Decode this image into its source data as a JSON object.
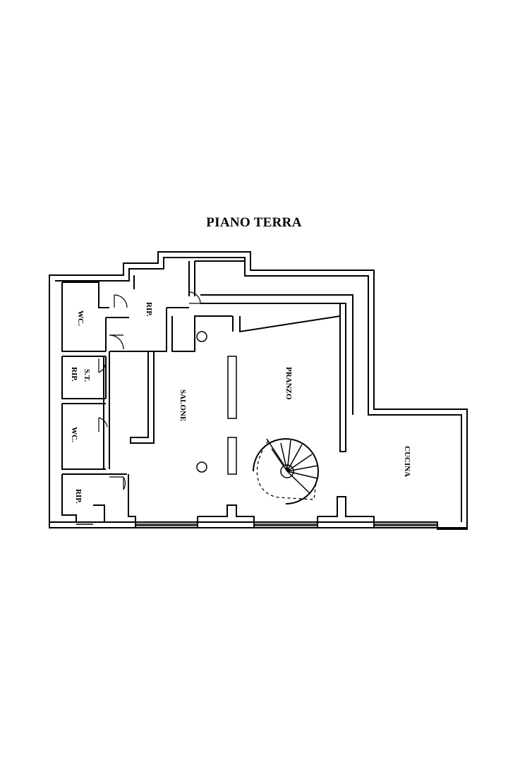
{
  "title": "PIANO TERRA",
  "rooms": {
    "wc_top": "WC.",
    "rip_top": "RIP.",
    "st": "S.T.",
    "rip_small": "RIP.",
    "wc_mid": "WC.",
    "rip_bottom": "RIP.",
    "salone": "SALONE",
    "pranzo": "PRANZO",
    "cucina": "CUCINA"
  }
}
